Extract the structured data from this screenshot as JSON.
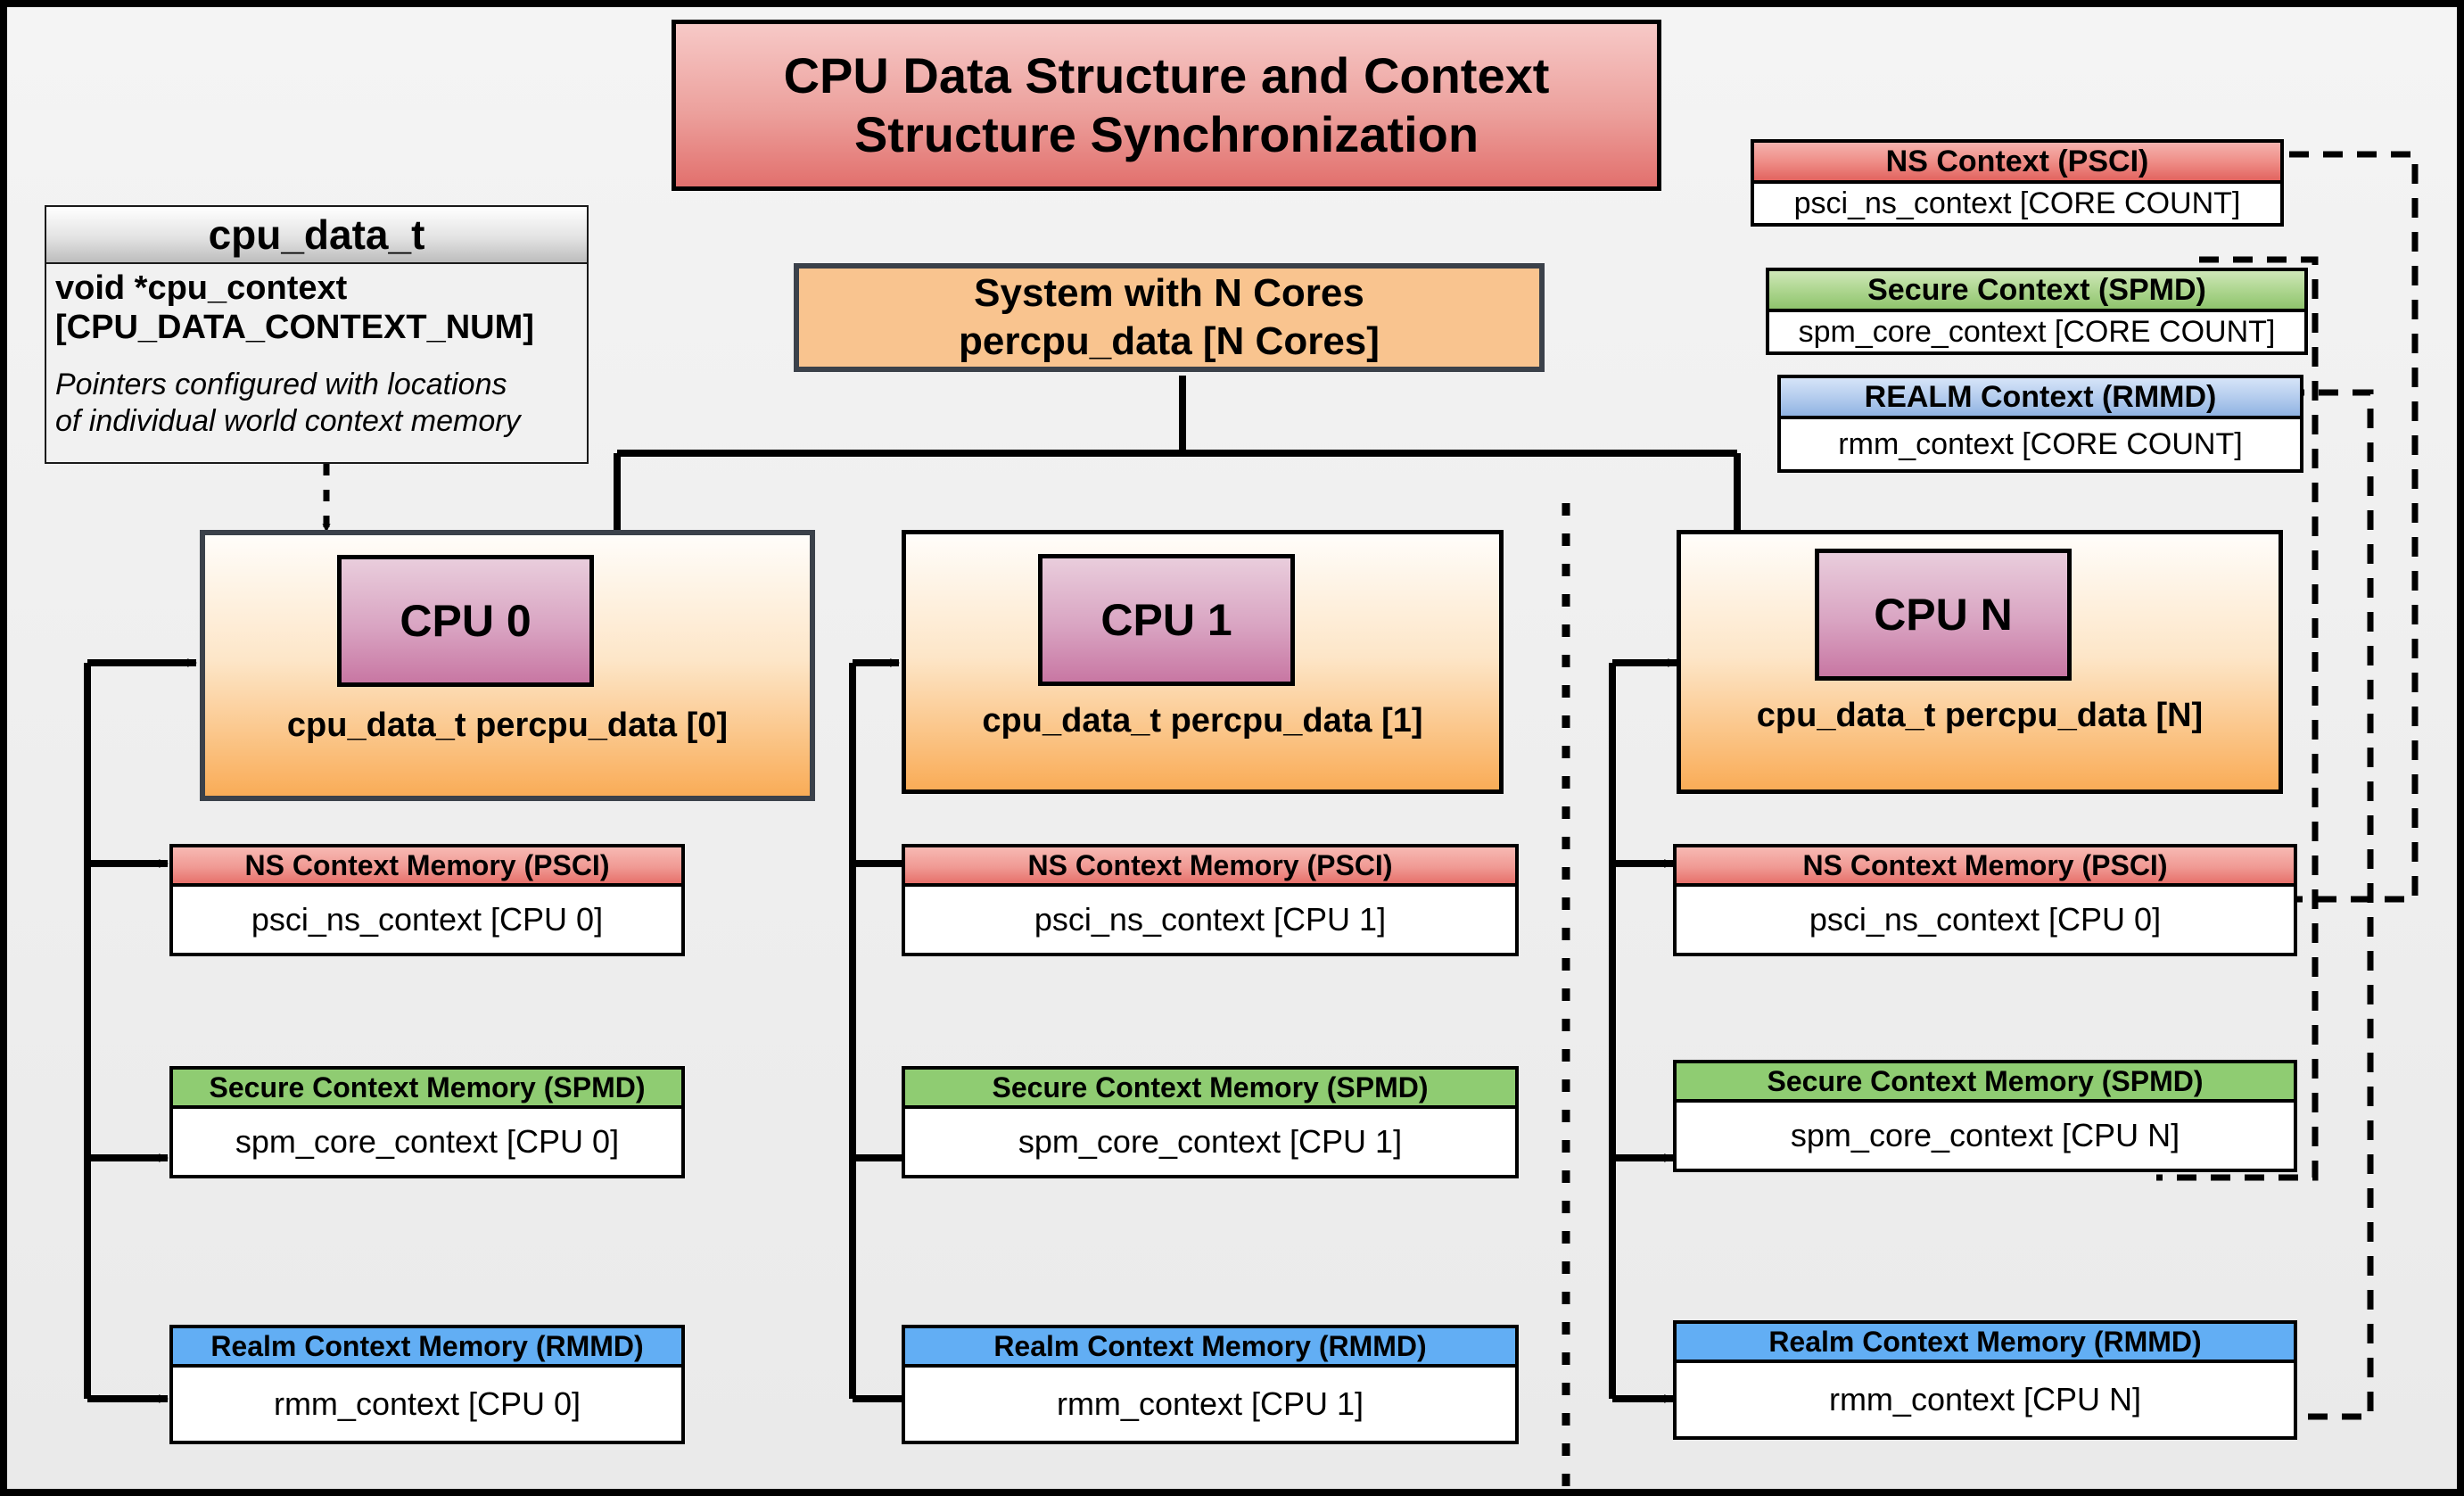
{
  "diagram": {
    "title": "CPU Data Structure and Context Structure Synchronization",
    "struct": {
      "name": "cpu_data_t",
      "field_line1": "void  *cpu_context",
      "field_line2": "[CPU_DATA_CONTEXT_NUM]",
      "note_line1": "Pointers configured with locations",
      "note_line2": "of individual world context memory"
    },
    "system": {
      "line1": "System with N Cores",
      "line2": "percpu_data [N Cores]"
    },
    "global_contexts": [
      {
        "header": "NS Context  (PSCI)",
        "body": "psci_ns_context [CORE COUNT]",
        "color": "#e2645f",
        "style": "hd-red"
      },
      {
        "header": "Secure Context (SPMD)",
        "body": "spm_core_context [CORE COUNT]",
        "color": "#8fc46d",
        "style": "hd-green"
      },
      {
        "header": "REALM Context (RMMD)",
        "body": "rmm_context [CORE COUNT]",
        "color": "#90b3e2",
        "style": "hd-blue"
      }
    ],
    "cpus": [
      {
        "chip": "CPU 0",
        "label": "cpu_data_t percpu_data [0]",
        "memories": [
          {
            "header": "NS Context Memory (PSCI)",
            "body": "psci_ns_context [CPU 0]",
            "style": "hd-red-flat"
          },
          {
            "header": "Secure Context Memory (SPMD)",
            "body": "spm_core_context [CPU 0]",
            "style": "hd-green-flat"
          },
          {
            "header": "Realm Context Memory (RMMD)",
            "body": "rmm_context [CPU 0]",
            "style": "hd-blue-flat"
          }
        ]
      },
      {
        "chip": "CPU 1",
        "label": "cpu_data_t percpu_data [1]",
        "memories": [
          {
            "header": "NS Context Memory (PSCI)",
            "body": "psci_ns_context [CPU 1]",
            "style": "hd-red-flat"
          },
          {
            "header": "Secure Context Memory (SPMD)",
            "body": "spm_core_context [CPU 1]",
            "style": "hd-green-flat"
          },
          {
            "header": "Realm Context Memory (RMMD)",
            "body": "rmm_context [CPU 1]",
            "style": "hd-blue-flat"
          }
        ]
      },
      {
        "chip": "CPU N",
        "label": "cpu_data_t percpu_data [N]",
        "memories": [
          {
            "header": "NS Context Memory (PSCI)",
            "body": "psci_ns_context [CPU 0]",
            "style": "hd-red-flat"
          },
          {
            "header": "Secure Context Memory (SPMD)",
            "body": "spm_core_context [CPU N]",
            "style": "hd-green-flat"
          },
          {
            "header": "Realm Context Memory (RMMD)",
            "body": "rmm_context [CPU N]",
            "style": "hd-blue-flat"
          }
        ]
      }
    ],
    "colors": {
      "background": "#efefef",
      "outer_border": "#000000",
      "title_fill": "#e2706d",
      "system_fill": "#f9c48f",
      "cpu_card_fill": "#f9ac57",
      "cpu_chip_fill": "#c877a3",
      "ns_red": "#e7716b",
      "secure_green": "#8fcc72",
      "realm_blue": "#62aef4",
      "wire": "#000000"
    }
  }
}
